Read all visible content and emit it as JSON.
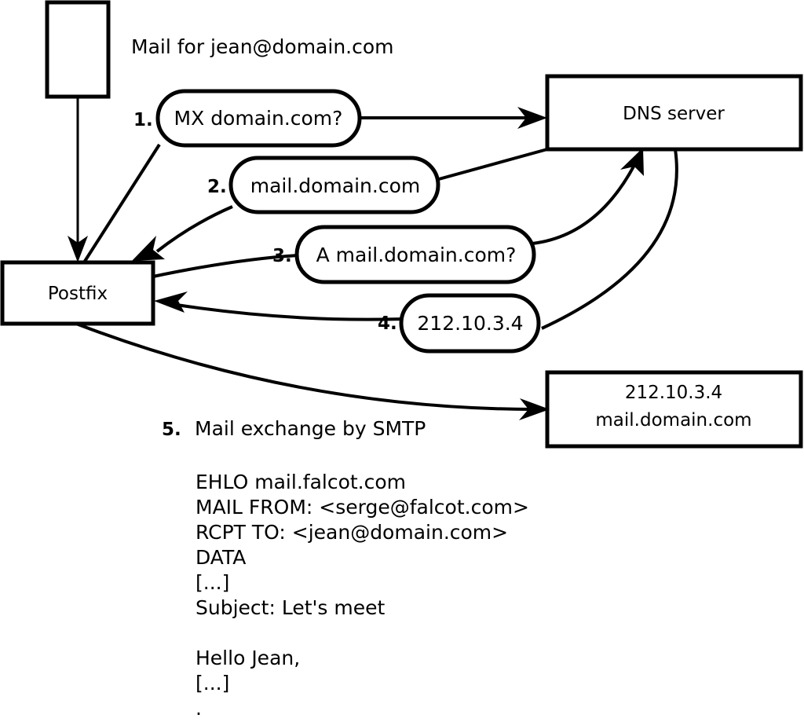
{
  "diagram": {
    "title": "Mail for jean@domain.com",
    "nodes": [
      {
        "id": "sender",
        "label": ""
      },
      {
        "id": "postfix",
        "label": "Postfix"
      },
      {
        "id": "dns",
        "label": "DNS server"
      },
      {
        "id": "mailserver",
        "line1": "212.10.3.4",
        "line2": "mail.domain.com"
      }
    ],
    "steps": [
      {
        "number": "1.",
        "label": "MX domain.com?"
      },
      {
        "number": "2.",
        "label": "mail.domain.com"
      },
      {
        "number": "3.",
        "label": "A mail.domain.com?"
      },
      {
        "number": "4.",
        "label": "212.10.3.4"
      }
    ],
    "step5": {
      "number": "5.",
      "label": "Mail exchange by SMTP"
    },
    "transcript": [
      "EHLO mail.falcot.com",
      "MAIL FROM: <serge@falcot.com>",
      "RCPT TO: <jean@domain.com>",
      "DATA",
      "[...]",
      "Subject: Let's meet",
      "",
      "Hello Jean,",
      "[...]",
      "."
    ],
    "colors": {
      "stroke": "#000000",
      "fill": "#ffffff",
      "background": "#ffffff"
    }
  }
}
